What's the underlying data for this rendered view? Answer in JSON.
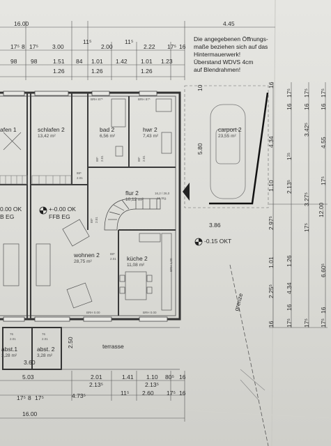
{
  "note": [
    "Die angegebenen Öffnungs-",
    "maße beziehen sich auf das",
    "Hintermauerwerk!",
    "Überstand WDVS 4cm",
    "auf Blendrahmen!"
  ],
  "top_dims": {
    "row1": [
      "16.00",
      "4.45"
    ],
    "row2": [
      "17⁵",
      "8",
      "17⁵",
      "3.00",
      "11⁵",
      "2.00",
      "11⁵",
      "2.22",
      "17⁵",
      "16"
    ],
    "row3": [
      "98",
      "98",
      "1.51",
      "84",
      "1.01",
      "1.42",
      "1.01",
      "1.23"
    ],
    "row4": [
      "1.26",
      "1.26",
      "1.26"
    ]
  },
  "bottom_dims": {
    "row1": [
      "5.03",
      "2.01",
      "1.41",
      "1.10",
      "80⁵",
      "16"
    ],
    "row2": [
      "2.13⁵",
      "2.13⁵"
    ],
    "row3": [
      "17⁵",
      "8",
      "17⁵",
      "4.73⁵",
      "11⁵",
      "2.60",
      "17⁵",
      "16"
    ],
    "total": "16.00"
  },
  "right_dims": {
    "col1": [
      "16",
      "4.34",
      "1.10",
      "2.97⁵",
      "1.01",
      "2.25⁵",
      "16"
    ],
    "col2": [
      "17⁵",
      "16",
      "1¹⁵",
      "2.13⁵",
      "1.26",
      "4.34",
      "16",
      "17⁵"
    ],
    "col3": [
      "17⁵",
      "16",
      "3.42⁵",
      "3.27⁵",
      "17⁵",
      "17⁵"
    ],
    "col4": [
      "17⁵",
      "16",
      "4.55",
      "17⁵",
      "6.60⁵",
      "16",
      "17⁵"
    ],
    "total": "12.00"
  },
  "rooms": {
    "schlafen1": {
      "name": "afen 1"
    },
    "schlafen2": {
      "name": "schlafen 2",
      "area": "13,42 m²"
    },
    "bad2": {
      "name": "bad 2",
      "area": "6,56 m²"
    },
    "hwr2": {
      "name": "hwr 2",
      "area": "7,43 m²"
    },
    "carport2": {
      "name": "carport 2",
      "area": "23,55 m²"
    },
    "flur2": {
      "name": "flur 2",
      "area": "10,12 m²"
    },
    "wohnen2": {
      "name": "wohnen 2",
      "area": "28,75 m²"
    },
    "kueche2": {
      "name": "küche 2",
      "area": "11,08 m²"
    },
    "abst1": {
      "name": "abst.1",
      "area": "3,28 m²"
    },
    "abst2": {
      "name": "abst. 2",
      "area": "3,28 m²"
    },
    "terrasse": {
      "name": "terrasse"
    }
  },
  "levels": {
    "ffb_value": "+-0.00 OK",
    "ffb_label": "FFB EG",
    "left_value": "0.00 OK",
    "left_label": "B EG",
    "okt": "-0.15 OKT"
  },
  "labels": {
    "grenze": "grenze",
    "carport_width": "3.86",
    "carport_depth": "5.80",
    "carport_top": "10",
    "stair": "16,2 / 26,0",
    "stair2": "16 Stg.",
    "abst_width": "3.60",
    "abst_depth": "2.50",
    "abst_dim1": "76",
    "abst_dim2": "2.01",
    "abst_dim3": "76",
    "abst_dim4": "2.01",
    "door_885": "88⁵",
    "door_201": "2.01",
    "door_bad": "88⁵",
    "door_bad2": "2.01",
    "door_hwr": "88⁵",
    "door_hwr2": "2.01",
    "door_flur1": "88⁵",
    "door_flur2": "2.01",
    "door_wohn1": "88⁵",
    "door_wohn2": "2.01",
    "brh87": "BRH 87⁵",
    "brh0": "BRH 0.00",
    "brh100": "BRH 1,00"
  }
}
